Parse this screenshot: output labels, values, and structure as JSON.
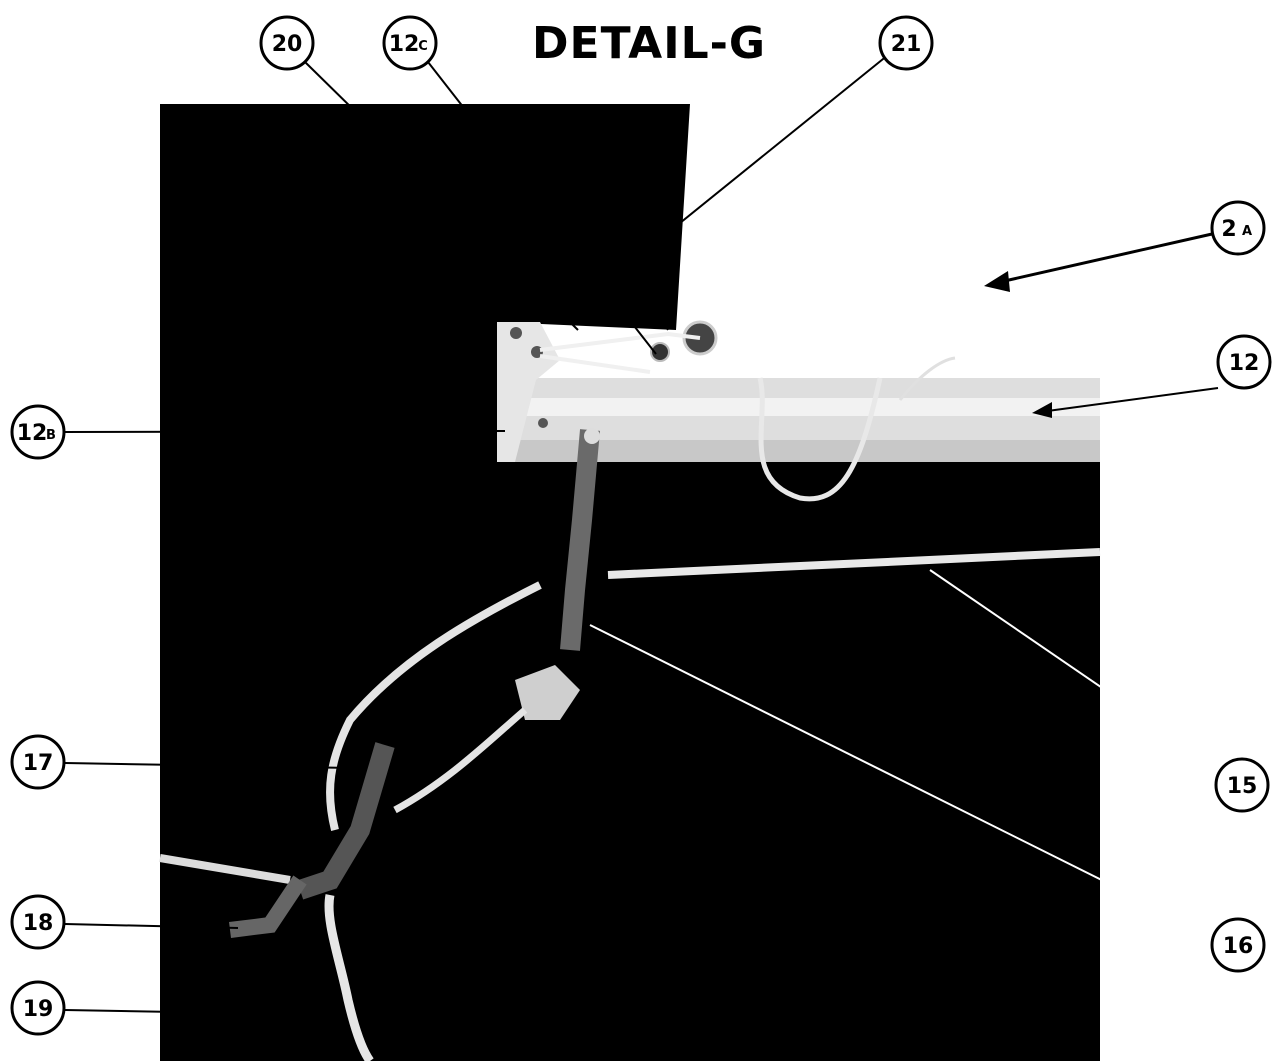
{
  "detail_title": "DETAIL-G",
  "callouts": {
    "c20": {
      "main": "20",
      "sub": ""
    },
    "c12c": {
      "main": "12",
      "sub": "C"
    },
    "c21": {
      "main": "21",
      "sub": ""
    },
    "c2a": {
      "main": "2",
      "sub": "A"
    },
    "c12": {
      "main": "12",
      "sub": ""
    },
    "c12b": {
      "main": "12",
      "sub": "B"
    },
    "c15": {
      "main": "15",
      "sub": ""
    },
    "c17": {
      "main": "17",
      "sub": ""
    },
    "c16": {
      "main": "16",
      "sub": ""
    },
    "c18": {
      "main": "18",
      "sub": ""
    },
    "c19": {
      "main": "19",
      "sub": ""
    }
  },
  "colors": {
    "background": "#ffffff",
    "photo_dark": "#000000",
    "leader": "#000000",
    "rope": "#e8e8e8",
    "pole": "#dcdcdc"
  }
}
